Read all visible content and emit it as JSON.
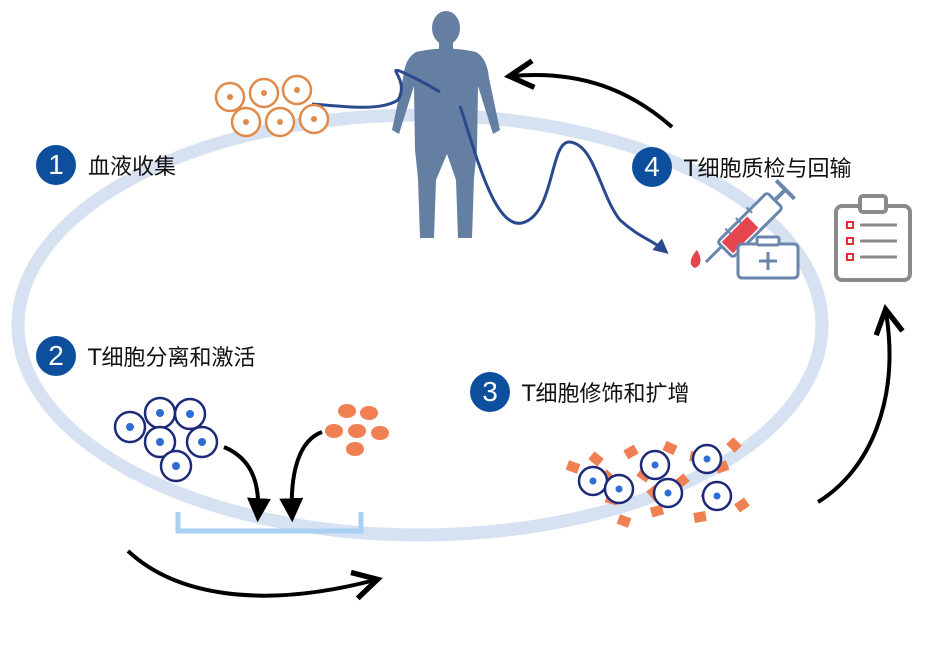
{
  "steps": [
    {
      "number": "1",
      "label": "血液收集"
    },
    {
      "number": "2",
      "label": "T细胞分离和激活"
    },
    {
      "number": "3",
      "label": "T细胞修饰和扩增"
    },
    {
      "number": "4",
      "label": "T细胞质检与回输"
    }
  ],
  "colors": {
    "cycle_ring": "#d6e1f2",
    "step_badge": "#0d4f9c",
    "body_silhouette": "#647fa2",
    "blood_line": "#2b4a8e",
    "blood_cell_outline": "#e08a4a",
    "t_cell_outline": "#1e2a78",
    "t_cell_nucleus": "#2f6cd6",
    "activator_bead": "#f07f52",
    "receptor": "#f07f52",
    "culture_dish": "#a9cff2",
    "arrow": "#000000",
    "syringe": "#6a86ad",
    "syringe_fluid": "#e4454f",
    "clipboard": "#8a8a8a"
  },
  "icons": [
    "human-body-icon",
    "blood-cell-cluster-icon",
    "t-cell-cluster-icon",
    "activator-bead-icon",
    "culture-dish-icon",
    "modified-t-cell-cluster-icon",
    "syringe-icon",
    "clipboard-checklist-icon"
  ]
}
